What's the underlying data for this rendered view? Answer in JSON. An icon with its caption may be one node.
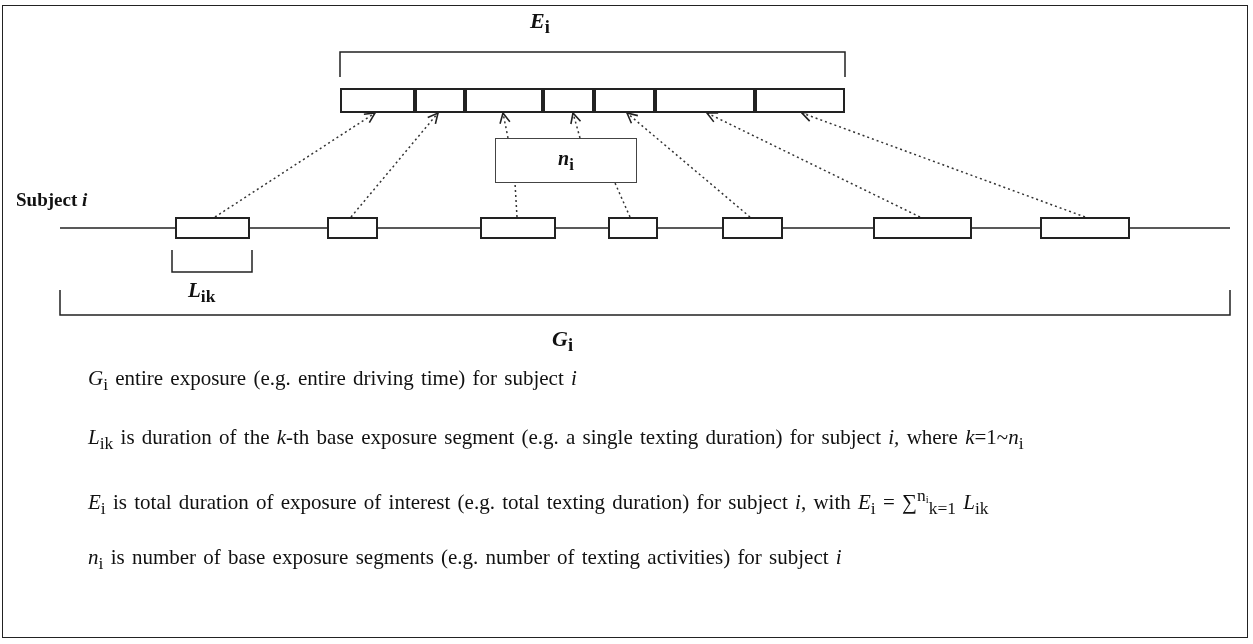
{
  "diagram": {
    "nodes": [
      {
        "text": [],
        "shape": "box"
      },
      {
        "text": [],
        "shape": "box"
      },
      {
        "text": [],
        "shape": "box"
      },
      {
        "text": [],
        "shape": "box"
      },
      {
        "text": [],
        "shape": "box"
      },
      {
        "text": [],
        "shape": "box"
      },
      {
        "text": [],
        "shape": "box"
      },
      {
        "text": [
          "*n*$_{i}$"
        ]
      },
      {
        "text": [],
        "shape": "box"
      },
      {
        "text": [],
        "shape": "box"
      },
      {
        "text": [],
        "shape": "box"
      },
      {
        "text": [],
        "shape": "box"
      },
      {
        "text": [],
        "shape": "box"
      },
      {
        "text": [],
        "shape": "box"
      },
      {
        "text": [],
        "shape": "box"
      }
    ],
    "edges": [
      {
        "from": 8,
        "to": 0,
        "arrow": "to",
        "style": "dashed"
      },
      {
        "from": 9,
        "to": 1,
        "arrow": "to",
        "style": "dashed"
      },
      {
        "from": 10,
        "to": 7,
        "arrow": "none",
        "style": "dashed"
      },
      {
        "from": 11,
        "to": 7,
        "arrow": "none",
        "style": "dashed"
      },
      {
        "from": 7,
        "to": 2,
        "arrow": "to",
        "style": "dashed"
      },
      {
        "from": 7,
        "to": 3,
        "arrow": "to",
        "style": "dashed"
      },
      {
        "from": 12,
        "to": 4,
        "arrow": "to",
        "style": "dashed"
      },
      {
        "from": 13,
        "to": 5,
        "arrow": "to",
        "style": "dashed"
      },
      {
        "from": 14,
        "to": 6,
        "arrow": "to",
        "style": "dashed"
      }
    ],
    "labels": [
      "*E*$_{i}$",
      "Subject *i*",
      "*L*$_{ik}$",
      "*G*$_{i}$",
      "*G*$_{i}$ entire exposure (e.g. entire driving time) for subject *i*",
      "*L*$_{ik}$ is duration of the *k*-th base exposure segment (e.g. a single texting duration) for subject *i,* where *k*=1~*n*$_{i}$",
      "*E*$_{i}$ is total duration of exposure of interest (e.g. total texting duration) for subject *i*, with *E*$_{i}$ = ∑$^{nᵢ}$$_{k=1}$ *L*$_{ik}$",
      "*n*$_{i}$ is number of base exposure segments (e.g. number of texting activities) for subject *i*"
    ]
  }
}
